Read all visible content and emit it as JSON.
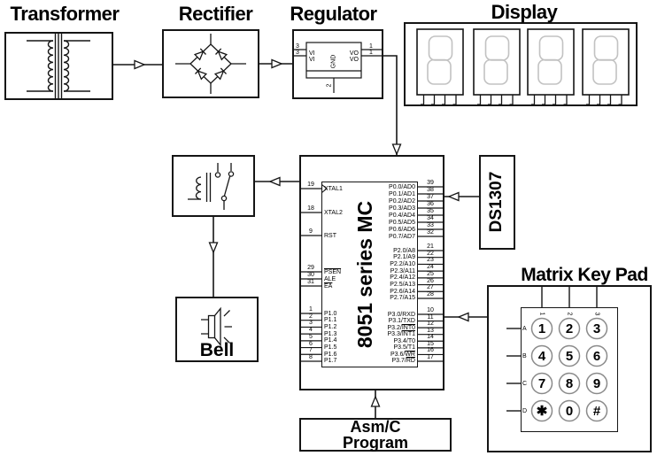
{
  "titles": {
    "transformer": "Transformer",
    "rectifier": "Rectifier",
    "regulator": "Regulator",
    "display": "Display",
    "keypad": "Matrix Key Pad"
  },
  "labels": {
    "mc": "8051 series MC",
    "ds1307": "DS1307",
    "bell": "Bell",
    "asm_line1": "Asm/C",
    "asm_line2": "Program"
  },
  "regulator": {
    "vi_row1": "VI",
    "vi_row2": "VI",
    "vo_row1": "VO",
    "vo_row2": "VO",
    "gnd": "GND",
    "pin_left_row1": "3",
    "pin_left_row2": "3",
    "pin_right_row1": "1",
    "pin_right_row2": "1",
    "pin_gnd": "2"
  },
  "mc_pins": {
    "left_ctrl": [
      {
        "num": "19",
        "pre": "XTAL1"
      },
      {
        "num": "18",
        "pre": "XTAL2"
      },
      {
        "num": "9",
        "pre": "RST"
      }
    ],
    "left_bus": [
      {
        "num": "29",
        "bar": "PSEN"
      },
      {
        "num": "30",
        "pre": "ALE"
      },
      {
        "num": "31",
        "bar": "EA"
      }
    ],
    "left_p1": [
      {
        "num": "1",
        "pre": "P1.0"
      },
      {
        "num": "2",
        "pre": "P1.1"
      },
      {
        "num": "3",
        "pre": "P1.2"
      },
      {
        "num": "4",
        "pre": "P1.3"
      },
      {
        "num": "5",
        "pre": "P1.4"
      },
      {
        "num": "6",
        "pre": "P1.5"
      },
      {
        "num": "7",
        "pre": "P1.6"
      },
      {
        "num": "8",
        "pre": "P1.7"
      }
    ],
    "right_p0": [
      {
        "num": "39",
        "pre": "P0.0/AD0"
      },
      {
        "num": "38",
        "pre": "P0.1/AD1"
      },
      {
        "num": "37",
        "pre": "P0.2/AD2"
      },
      {
        "num": "36",
        "pre": "P0.3/AD3"
      },
      {
        "num": "35",
        "pre": "P0.4/AD4"
      },
      {
        "num": "34",
        "pre": "P0.5/AD5"
      },
      {
        "num": "33",
        "pre": "P0.6/AD6"
      },
      {
        "num": "32",
        "pre": "P0.7/AD7"
      }
    ],
    "right_p2": [
      {
        "num": "21",
        "pre": "P2.0/A8"
      },
      {
        "num": "22",
        "pre": "P2.1/A9"
      },
      {
        "num": "23",
        "pre": "P2.2/A10"
      },
      {
        "num": "24",
        "pre": "P2.3/A11"
      },
      {
        "num": "25",
        "pre": "P2.4/A12"
      },
      {
        "num": "26",
        "pre": "P2.5/A13"
      },
      {
        "num": "27",
        "pre": "P2.6/A14"
      },
      {
        "num": "28",
        "pre": "P2.7/A15"
      }
    ],
    "right_p3": [
      {
        "num": "10",
        "pre": "P3.0/RXD"
      },
      {
        "num": "11",
        "pre": "P3.1/TXD"
      },
      {
        "num": "12",
        "pre": "P3.2/",
        "bar": "INT0"
      },
      {
        "num": "13",
        "pre": "P3.3/",
        "bar": "INT1"
      },
      {
        "num": "14",
        "pre": "P3.4/T0"
      },
      {
        "num": "15",
        "pre": "P3.5/T1"
      },
      {
        "num": "16",
        "pre": "P3.6/",
        "bar": "WR"
      },
      {
        "num": "17",
        "pre": "P3.7/",
        "bar": "RD"
      }
    ]
  },
  "keypad": {
    "row_labels": [
      "A",
      "B",
      "C",
      "D"
    ],
    "col_labels": [
      "1",
      "2",
      "3"
    ],
    "keys": [
      [
        "1",
        "2",
        "3"
      ],
      [
        "4",
        "5",
        "6"
      ],
      [
        "7",
        "8",
        "9"
      ],
      [
        "✱",
        "0",
        "#"
      ]
    ]
  },
  "display": {
    "digit_count": 4
  },
  "colors": {
    "line": "#151515",
    "segment": "#c2c2c2",
    "key_ring": "#8a8a8a"
  }
}
